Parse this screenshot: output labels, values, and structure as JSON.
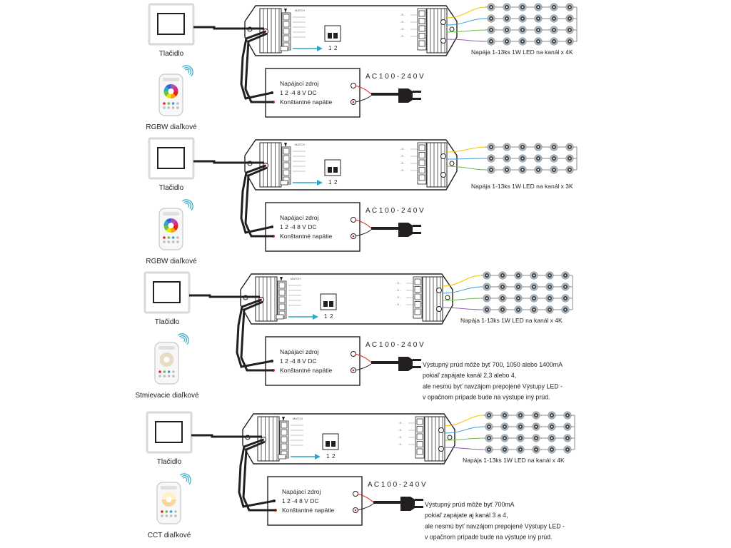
{
  "panels": [
    {
      "switch_label": "Tlačidlo",
      "remote_label": "RGBW diaľkové",
      "remote_type": "rgbw",
      "psu_lines": [
        "Napájací zdroj",
        "1 2 -4 8 V DC",
        "Konštantné napätie"
      ],
      "ac_label": "A C 1 0 0 - 2 4 0 V",
      "led_label": "Napája 1-13ks 1W LED na kanál x 4K",
      "dip_labels": [
        "1",
        "2"
      ],
      "led_rows": 4,
      "note": []
    },
    {
      "switch_label": "Tlačidlo",
      "remote_label": "RGBW diaľkové",
      "remote_type": "rgbw",
      "psu_lines": [
        "Napájací zdroj",
        "1 2 -4 8 V DC",
        "Konštantné napätie"
      ],
      "ac_label": "A C 1 0 0 - 2 4 0 V",
      "led_label": "Napája 1-13ks 1W LED na kanál x 3K",
      "dip_labels": [
        "1",
        "2"
      ],
      "led_rows": 3,
      "note": []
    },
    {
      "switch_label": "Tlačidlo",
      "remote_label": "Stmievacie diaľkové",
      "remote_type": "dim",
      "psu_lines": [
        "Napájací zdroj",
        "1 2 -4 8 V DC",
        "Konštantné napätie"
      ],
      "ac_label": "A C 1 0 0 - 2 4 0 V",
      "led_label": "Napája 1-13ks 1W LED na kanál x 4K",
      "dip_labels": [
        "1",
        "2"
      ],
      "led_rows": 4,
      "note": [
        "Výstupný prúd môže byť 700, 1050 alebo 1400mA",
        "pokiaľ zapájate kanál 2,3 alebo 4,",
        "ale nesmú byť navzájom prepojené Výstupy LED -",
        "v opačnom prípade bude na výstupe iný prúd."
      ]
    },
    {
      "switch_label": "Tlačidlo",
      "remote_label": "CCT diaľkové",
      "remote_type": "cct",
      "psu_lines": [
        "Napájací zdroj",
        "1 2 -4 8 V DC",
        "Konštantné napätie"
      ],
      "ac_label": "A C 1 0 0 - 2 4 0 V",
      "led_label": "Napája 1-13ks 1W LED na kanál x 4K",
      "dip_labels": [
        "1",
        "2"
      ],
      "led_rows": 4,
      "note": [
        "Výstupný prúd môže byť 700mA",
        "pokiaľ zapájate aj kanál 3 a 4,",
        "ale nesmú byť navzájom prepojené Výstupy LED -",
        "v opačnom prípade bude na výstupe iný prúd."
      ]
    }
  ],
  "colors": {
    "line": "#231f20",
    "red": "#e2231a",
    "arrow": "#2aa9c9",
    "led_wires": [
      "#f5c400",
      "#3b9ad9",
      "#6cbf47",
      "#9a5bb0"
    ],
    "led_body": "#4a4f54",
    "led_rim": "#b8c1c8"
  }
}
